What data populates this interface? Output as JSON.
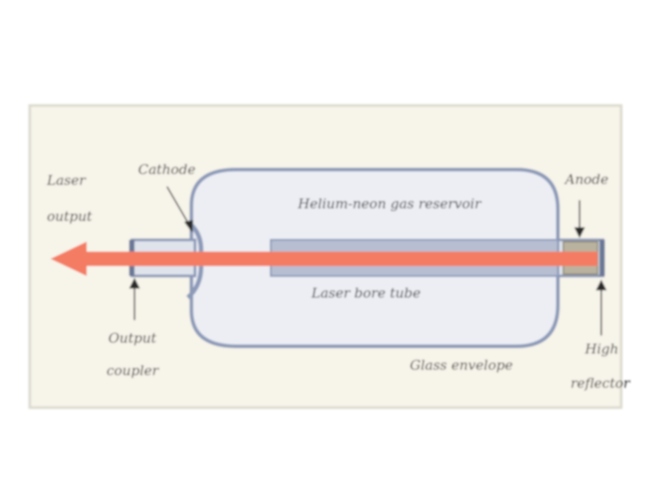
{
  "diagram": {
    "labels": {
      "laser_output_line1": "Laser",
      "laser_output_line2": "output",
      "cathode": "Cathode",
      "gas_reservoir": "Helium-neon gas reservoir",
      "anode": "Anode",
      "laser_bore_tube": "Laser bore tube",
      "output_coupler_line1": "Output",
      "output_coupler_line2": "coupler",
      "glass_envelope": "Glass envelope",
      "high_reflector_line1": "High",
      "high_reflector_line2": "reflector"
    },
    "colors": {
      "frame_background": "#f7f4ea",
      "frame_border": "#dedbd0",
      "envelope_fill": "#eceef4",
      "envelope_stroke": "#8c9ab8",
      "bore_tube_fill": "#b7bed2",
      "beam": "#f47c63",
      "electrode": "#b9b29f",
      "text": "#2b2b2b"
    }
  }
}
